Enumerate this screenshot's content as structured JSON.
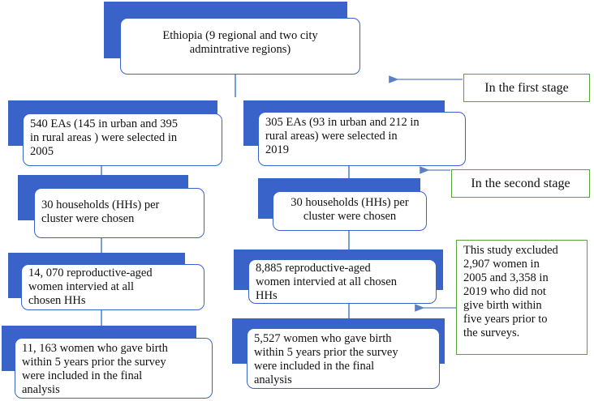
{
  "flowchart": {
    "top": {
      "line1": "Ethiopia (9 regional and two city",
      "line2": "admintrative regions)"
    },
    "left_column": {
      "sample_2005": [
        "540 EAs (145 in urban and 395",
        "in rural areas ) were selected in",
        "2005"
      ],
      "households": [
        "30 households (HHs) per",
        "cluster were chosen"
      ],
      "women_interviewed": [
        "14, 070 reproductive-aged",
        "women intervied at all",
        "chosen HHs"
      ],
      "final": [
        "11, 163 women who gave birth",
        "within 5 years prior the survey",
        "were included in the final",
        "analysis"
      ]
    },
    "right_column": {
      "sample_2019": [
        "305 EAs (93 in urban and 212 in",
        "rural areas) were selected in",
        "2019"
      ],
      "households": [
        "30 households (HHs) per",
        "cluster were chosen"
      ],
      "women_interviewed": [
        "8,885 reproductive-aged",
        "women intervied at all chosen",
        "HHs"
      ],
      "final": [
        "5,527 women who gave birth",
        "within 5 years prior the survey",
        "were included in the final",
        "analysis"
      ]
    }
  },
  "annotations": {
    "first_stage": "In the first stage",
    "second_stage": "In the second stage",
    "exclusion": [
      "This study excluded",
      "2,907 women in",
      "2005 and 3,358 in",
      "2019 who did not",
      "give birth within",
      "five years prior to",
      "the surveys."
    ]
  },
  "colors": {
    "box_accent": "#3a63c9",
    "box_border": "#3a63c9",
    "annotation_border": "#5aa33a",
    "connector": "#4a7fc8",
    "arrow": "#5b7fc4"
  }
}
